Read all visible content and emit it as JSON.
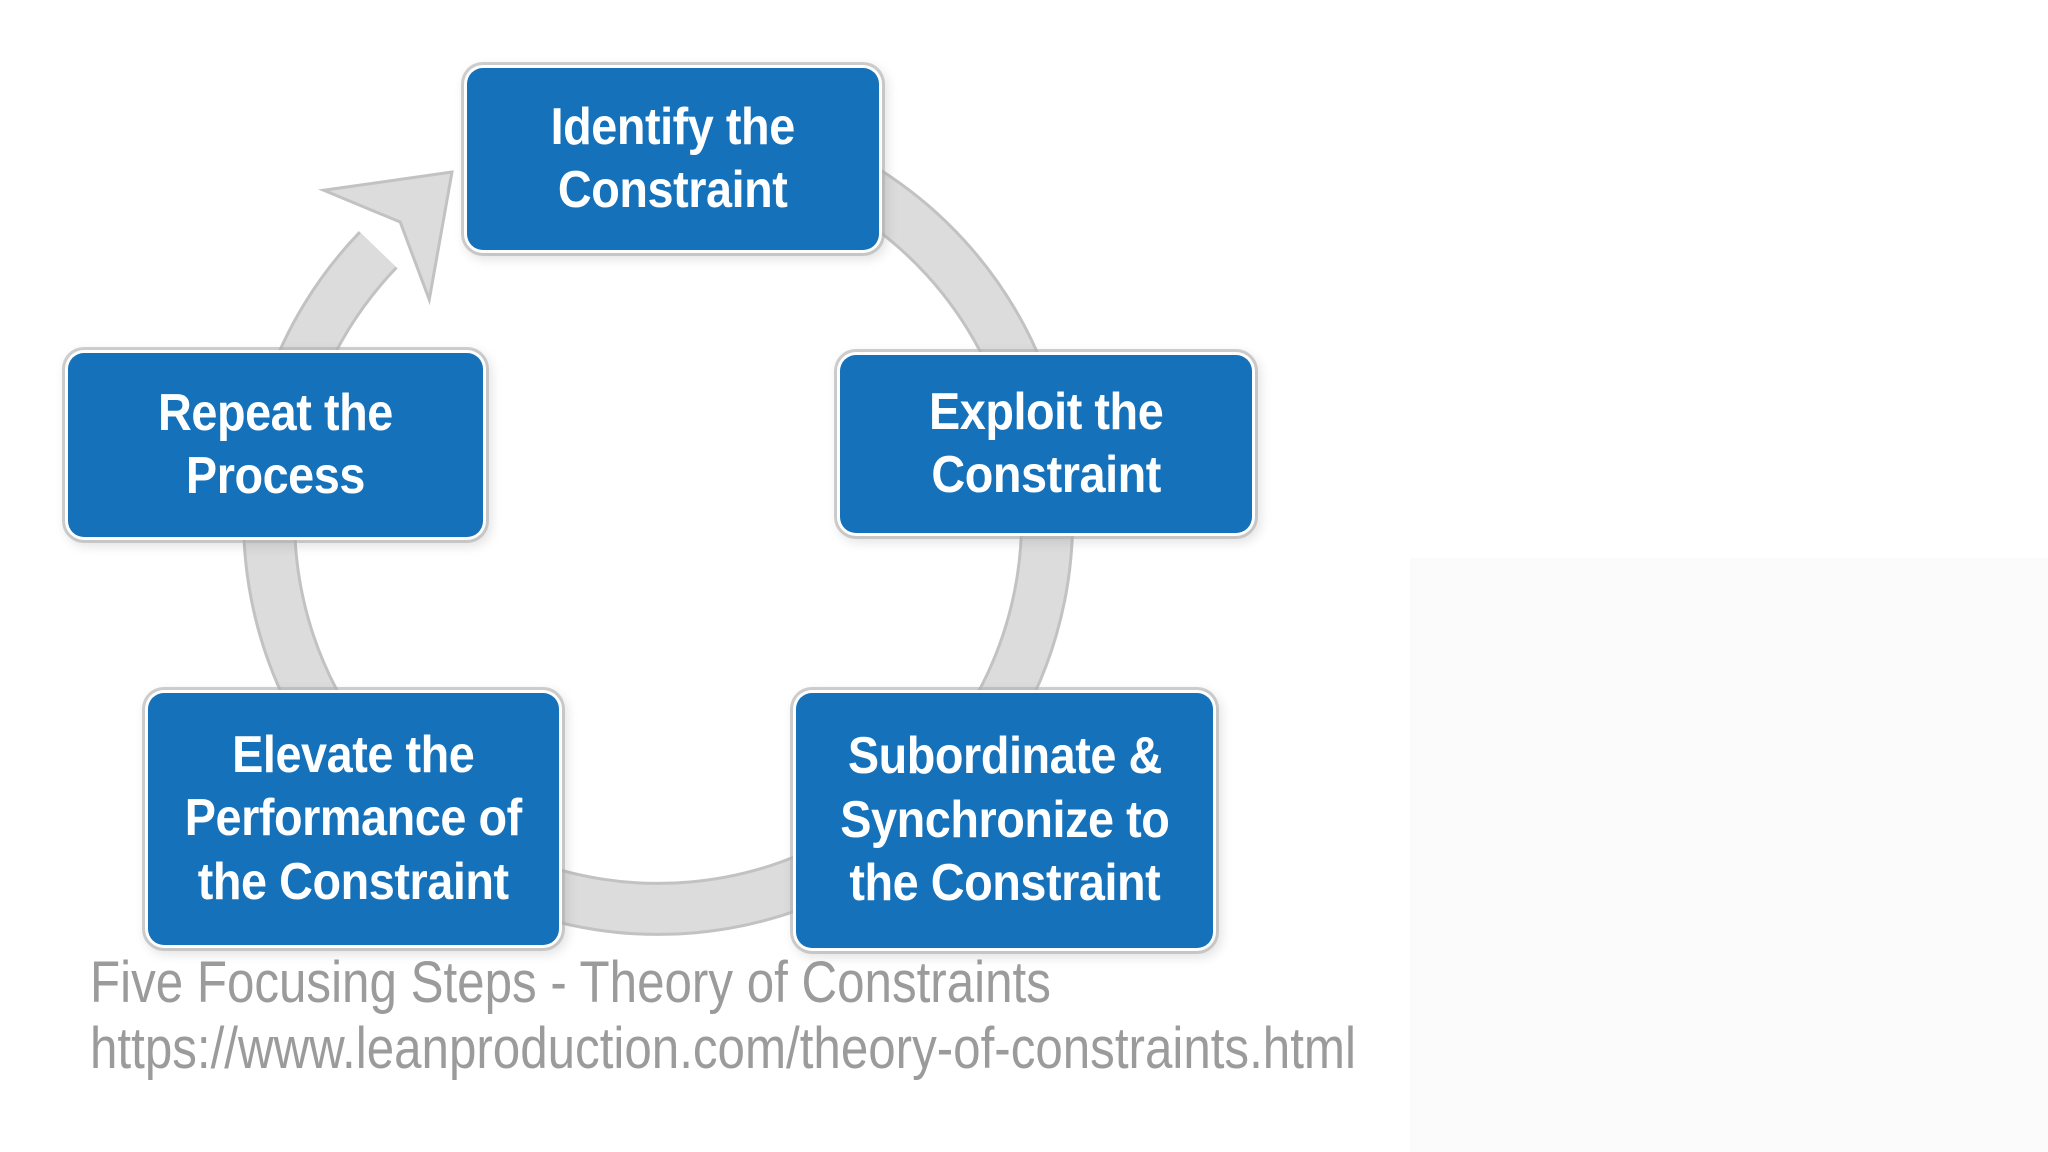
{
  "diagram": {
    "kind": "cycle-diagram",
    "steps": [
      {
        "id": "identify",
        "label": "Identify the\nConstraint"
      },
      {
        "id": "exploit",
        "label": "Exploit the\nConstraint"
      },
      {
        "id": "subordinate",
        "label": "Subordinate &\nSynchronize to\nthe Constraint"
      },
      {
        "id": "elevate",
        "label": "Elevate the\nPerformance of\nthe Constraint"
      },
      {
        "id": "repeat",
        "label": "Repeat the\nProcess"
      }
    ],
    "icons": {
      "cycle_arrow": "circular-clockwise-arrow"
    },
    "colors": {
      "step_box": "#1471ba",
      "step_text": "#ffffff",
      "ring": "#dcdcdc",
      "ring_edge": "#c2c2c2",
      "caption": "#9b9b9b",
      "background": "#ffffff"
    },
    "caption": {
      "title": "Five Focusing Steps - Theory of Constraints",
      "url": "https://www.leanproduction.com/theory-of-constraints.html"
    }
  }
}
